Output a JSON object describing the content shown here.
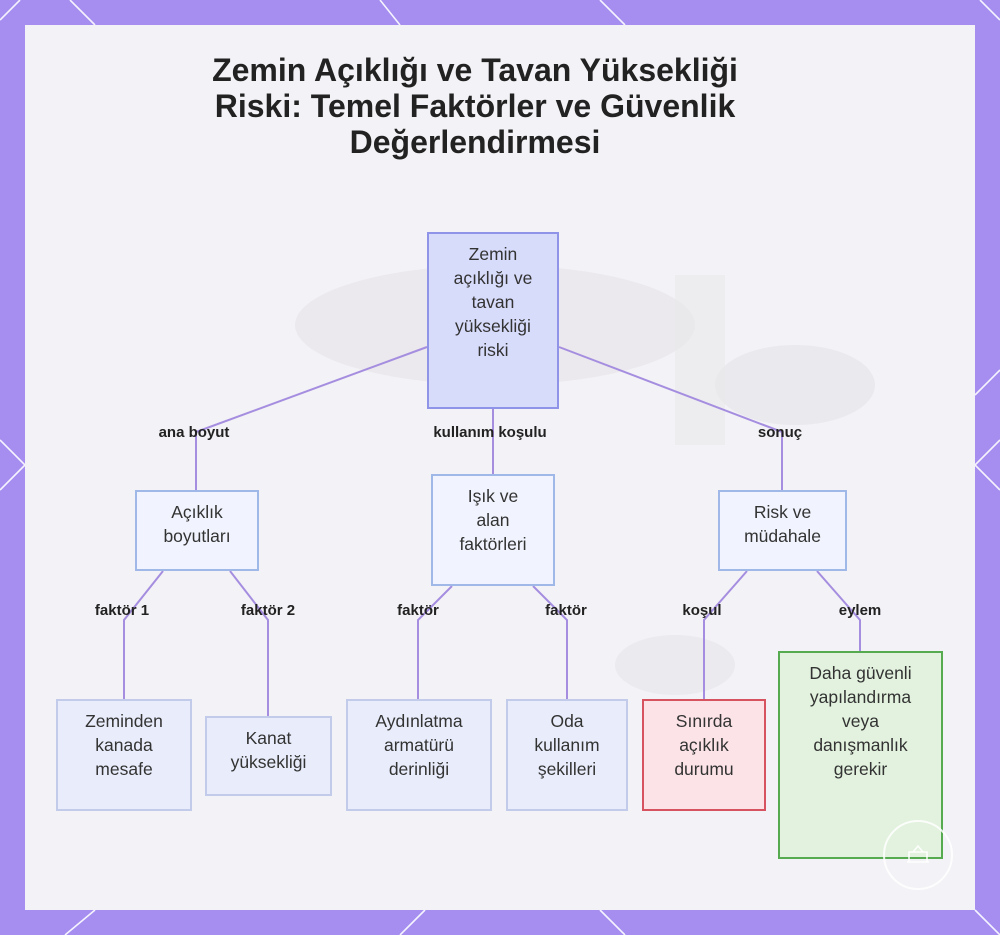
{
  "title": {
    "line1": "Zemin Açıklığı ve Tavan Yüksekliği",
    "line2": "Riski: Temel Faktörler ve Güvenlik",
    "line3": "Değerlendirmesi"
  },
  "colors": {
    "frame": "#a58ef0",
    "edge": "#a58ee0",
    "root_fill": "#d8dcfb",
    "node_fill": "#f1f4fe",
    "warning_border": "#d6535f",
    "action_border": "#56ab50"
  },
  "nodes": {
    "root": "Zemin\naçıklığı ve\ntavan\nyüksekliği\nriski",
    "aciklik": "Açıklık\nboyutları",
    "isik": "Işık ve\nalan\nfaktörleri",
    "risk": "Risk ve\nmüdahale",
    "zeminden": "Zeminden\nkanada\nmesafe",
    "kanat": "Kanat\nyüksekliği",
    "aydinlatma": "Aydınlatma\narmatürü\nderinliği",
    "oda": "Oda\nkullanım\nşekilleri",
    "sinirda": "Sınırda\naçıklık\ndurumu",
    "daha": "Daha güvenli\nyapılandırma\nveya\ndanışmanlık\ngerekir"
  },
  "edge_labels": {
    "ana_boyut": "ana boyut",
    "kullanim_kosulu": "kullanım koşulu",
    "sonuc": "sonuç",
    "faktor1": "faktör 1",
    "faktor2": "faktör 2",
    "faktor_a": "faktör",
    "faktor_b": "faktör",
    "kosul": "koşul",
    "eylem": "eylem"
  }
}
